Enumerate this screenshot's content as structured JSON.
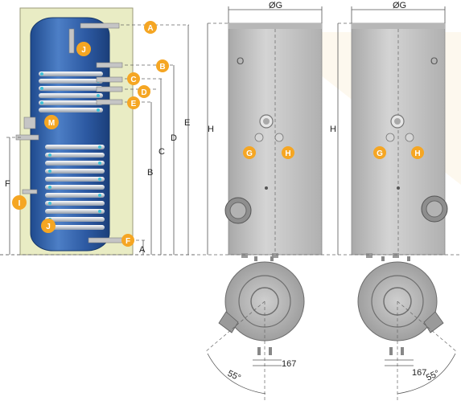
{
  "side_view": {
    "connections": [
      {
        "id": "A"
      },
      {
        "id": "B"
      },
      {
        "id": "C"
      },
      {
        "id": "D"
      },
      {
        "id": "E"
      },
      {
        "id": "F"
      },
      {
        "id": "J"
      },
      {
        "id": "M"
      },
      {
        "id": "I"
      }
    ],
    "dimensions": {
      "A": "A",
      "B": "B",
      "C": "C",
      "D": "D",
      "E": "E",
      "F": "F"
    }
  },
  "front_views": [
    {
      "diameter": "ØG",
      "height": "H",
      "left_port": "G",
      "right_port": "H"
    },
    {
      "diameter": "ØG",
      "height": "H",
      "left_port": "G",
      "right_port": "H"
    }
  ],
  "top_views": [
    {
      "dimension": "167",
      "angle": "55°"
    },
    {
      "dimension": "167",
      "angle": "55°"
    }
  ],
  "colors": {
    "accent": "#f5a623",
    "tank_blue": "#2f5fa8",
    "insulation": "#e9ecc4",
    "steel_grey": "#c9c9c9"
  }
}
